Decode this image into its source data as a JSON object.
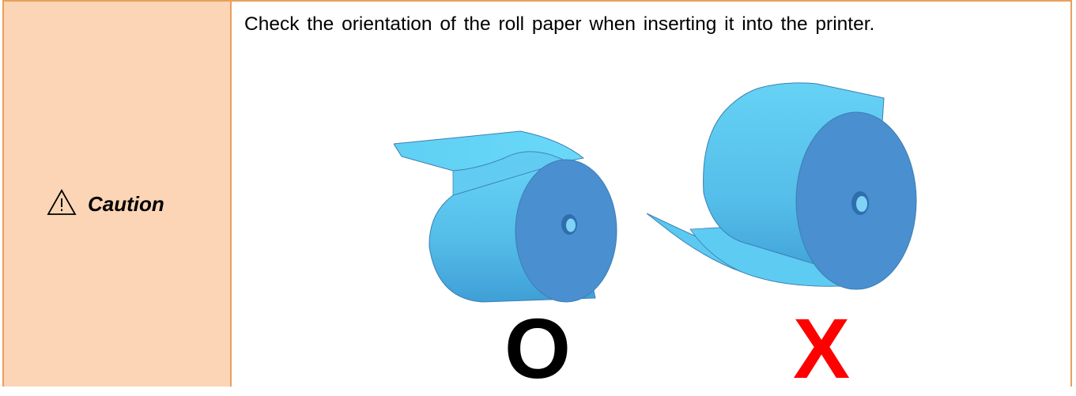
{
  "caution": {
    "label": "Caution",
    "icon": "warning-triangle-icon"
  },
  "content": {
    "instruction": "Check the orientation of the roll paper when inserting it into the printer.",
    "correct_mark": "O",
    "wrong_mark": "X"
  },
  "colors": {
    "border": "#e8a05c",
    "label_background": "#fbd5b5",
    "roll_face": "#4a8fd0",
    "roll_body": "#59c5ef",
    "wrong_mark": "#ff0000",
    "correct_mark": "#000000"
  }
}
